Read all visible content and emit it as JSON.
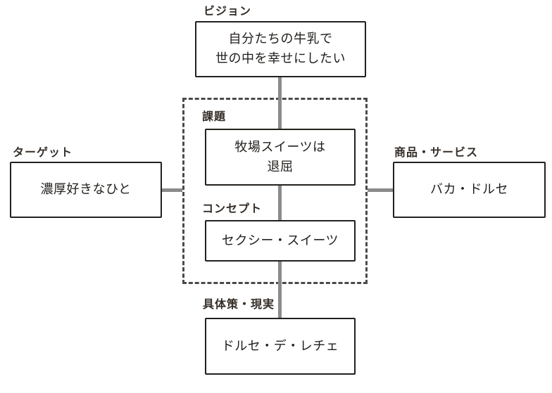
{
  "colors": {
    "background": "#ffffff",
    "box_border": "#23201d",
    "label_ink": "#352e28",
    "connector_line": "#8b8b8b",
    "dashed_border": "#4a4a4a"
  },
  "diagram": {
    "vision": {
      "label": "ビジョン",
      "text": "自分たちの牛乳で\n世の中を幸せにしたい"
    },
    "problem": {
      "label": "課題",
      "text": "牧場スイーツは\n退屈"
    },
    "concept": {
      "label": "コンセプト",
      "text": "セクシー・スイーツ"
    },
    "target": {
      "label": "ターゲット",
      "text": "濃厚好きなひと"
    },
    "product_service": {
      "label": "商品・サービス",
      "text": "バカ・ドルセ"
    },
    "concrete_reality": {
      "label": "具体策・現実",
      "text": "ドルセ・デ・レチェ"
    }
  }
}
